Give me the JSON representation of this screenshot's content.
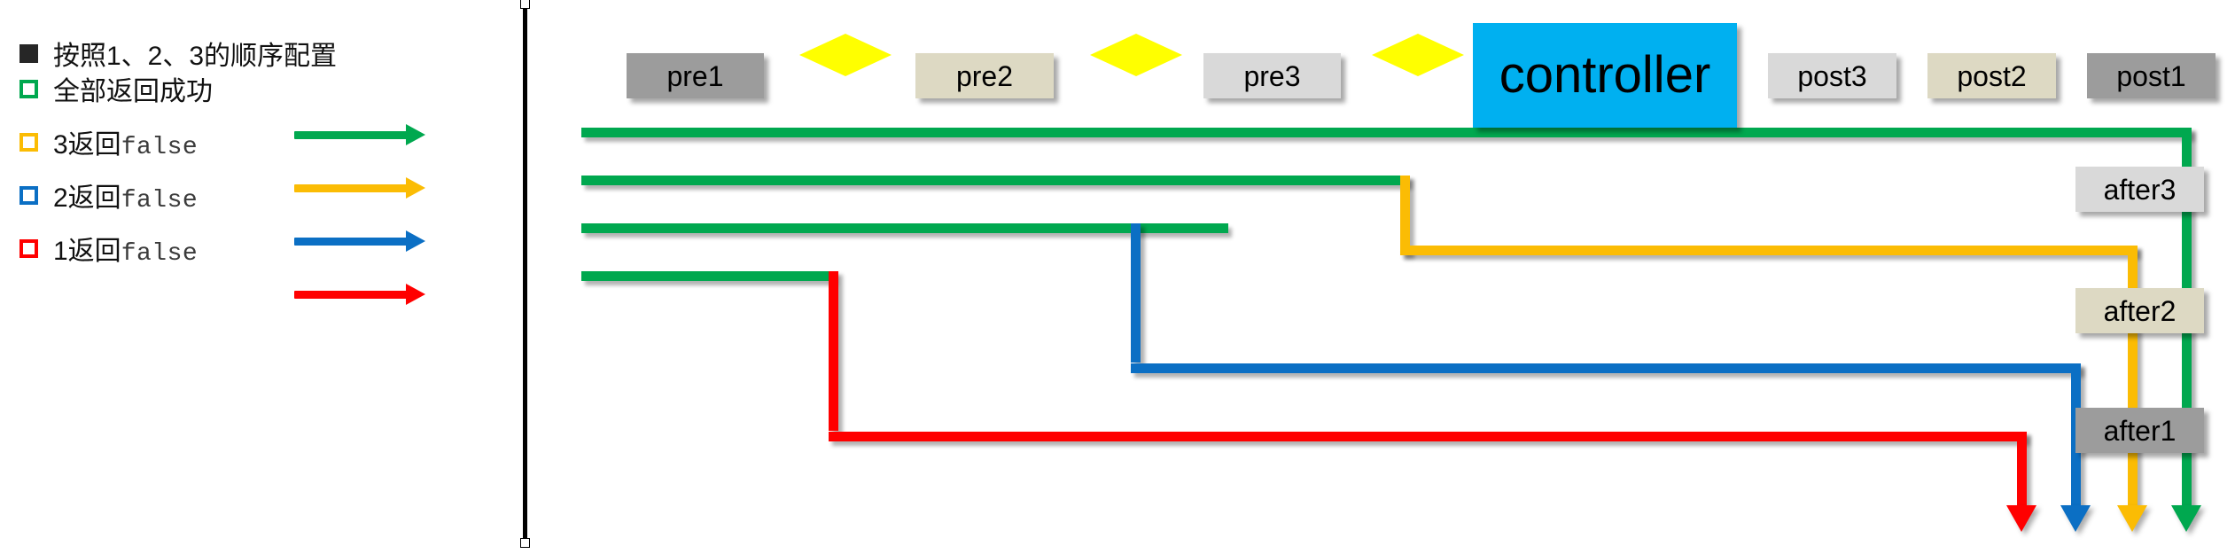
{
  "legend": {
    "title_bullet": "■",
    "title": "按照1、2、3的顺序配置",
    "items": [
      {
        "label_cn": "全部返回成功",
        "label_mono": "",
        "color": "#00a84f",
        "swatch": "#00a84f"
      },
      {
        "label_cn": "3返回",
        "label_mono": "false",
        "color": "#fbbc04",
        "swatch": "#fbbc04"
      },
      {
        "label_cn": "2返回",
        "label_mono": "false",
        "color": "#0b6fc4",
        "swatch": "#0b6fc4"
      },
      {
        "label_cn": "1返回",
        "label_mono": "false",
        "color": "#ff0000",
        "swatch": "#ff0000"
      }
    ]
  },
  "diagram": {
    "pre_nodes": [
      {
        "label": "pre1",
        "style": "b-gray-d"
      },
      {
        "label": "pre2",
        "style": "b-tan"
      },
      {
        "label": "pre3",
        "style": "b-gray-l"
      }
    ],
    "controller": {
      "label": "controller",
      "style": "b-cyan",
      "color": "#00b0f0"
    },
    "post_nodes": [
      {
        "label": "post3",
        "style": "b-gray-l"
      },
      {
        "label": "post2",
        "style": "b-tan"
      },
      {
        "label": "post1",
        "style": "b-gray-d"
      }
    ],
    "after_nodes": [
      {
        "label": "after3",
        "style": "b-gray-l"
      },
      {
        "label": "after2",
        "style": "b-tan"
      },
      {
        "label": "after1",
        "style": "b-gray-d"
      }
    ],
    "decision_marks": [
      "diamond-1",
      "diamond-2",
      "diamond-3"
    ],
    "colors": {
      "green": "#00a84f",
      "orange": "#fbbc04",
      "blue": "#0b6fc4",
      "red": "#ff0000",
      "cyan": "#00b0f0",
      "gray_dark": "#9c9c9c",
      "gray_light": "#d9d9d9",
      "tan": "#ddd9c3"
    },
    "flows": [
      {
        "name": "all-success",
        "color": "#00a84f"
      },
      {
        "name": "3-returns-false",
        "color": "#fbbc04"
      },
      {
        "name": "2-returns-false",
        "color": "#0b6fc4"
      },
      {
        "name": "1-returns-false",
        "color": "#ff0000"
      }
    ]
  }
}
